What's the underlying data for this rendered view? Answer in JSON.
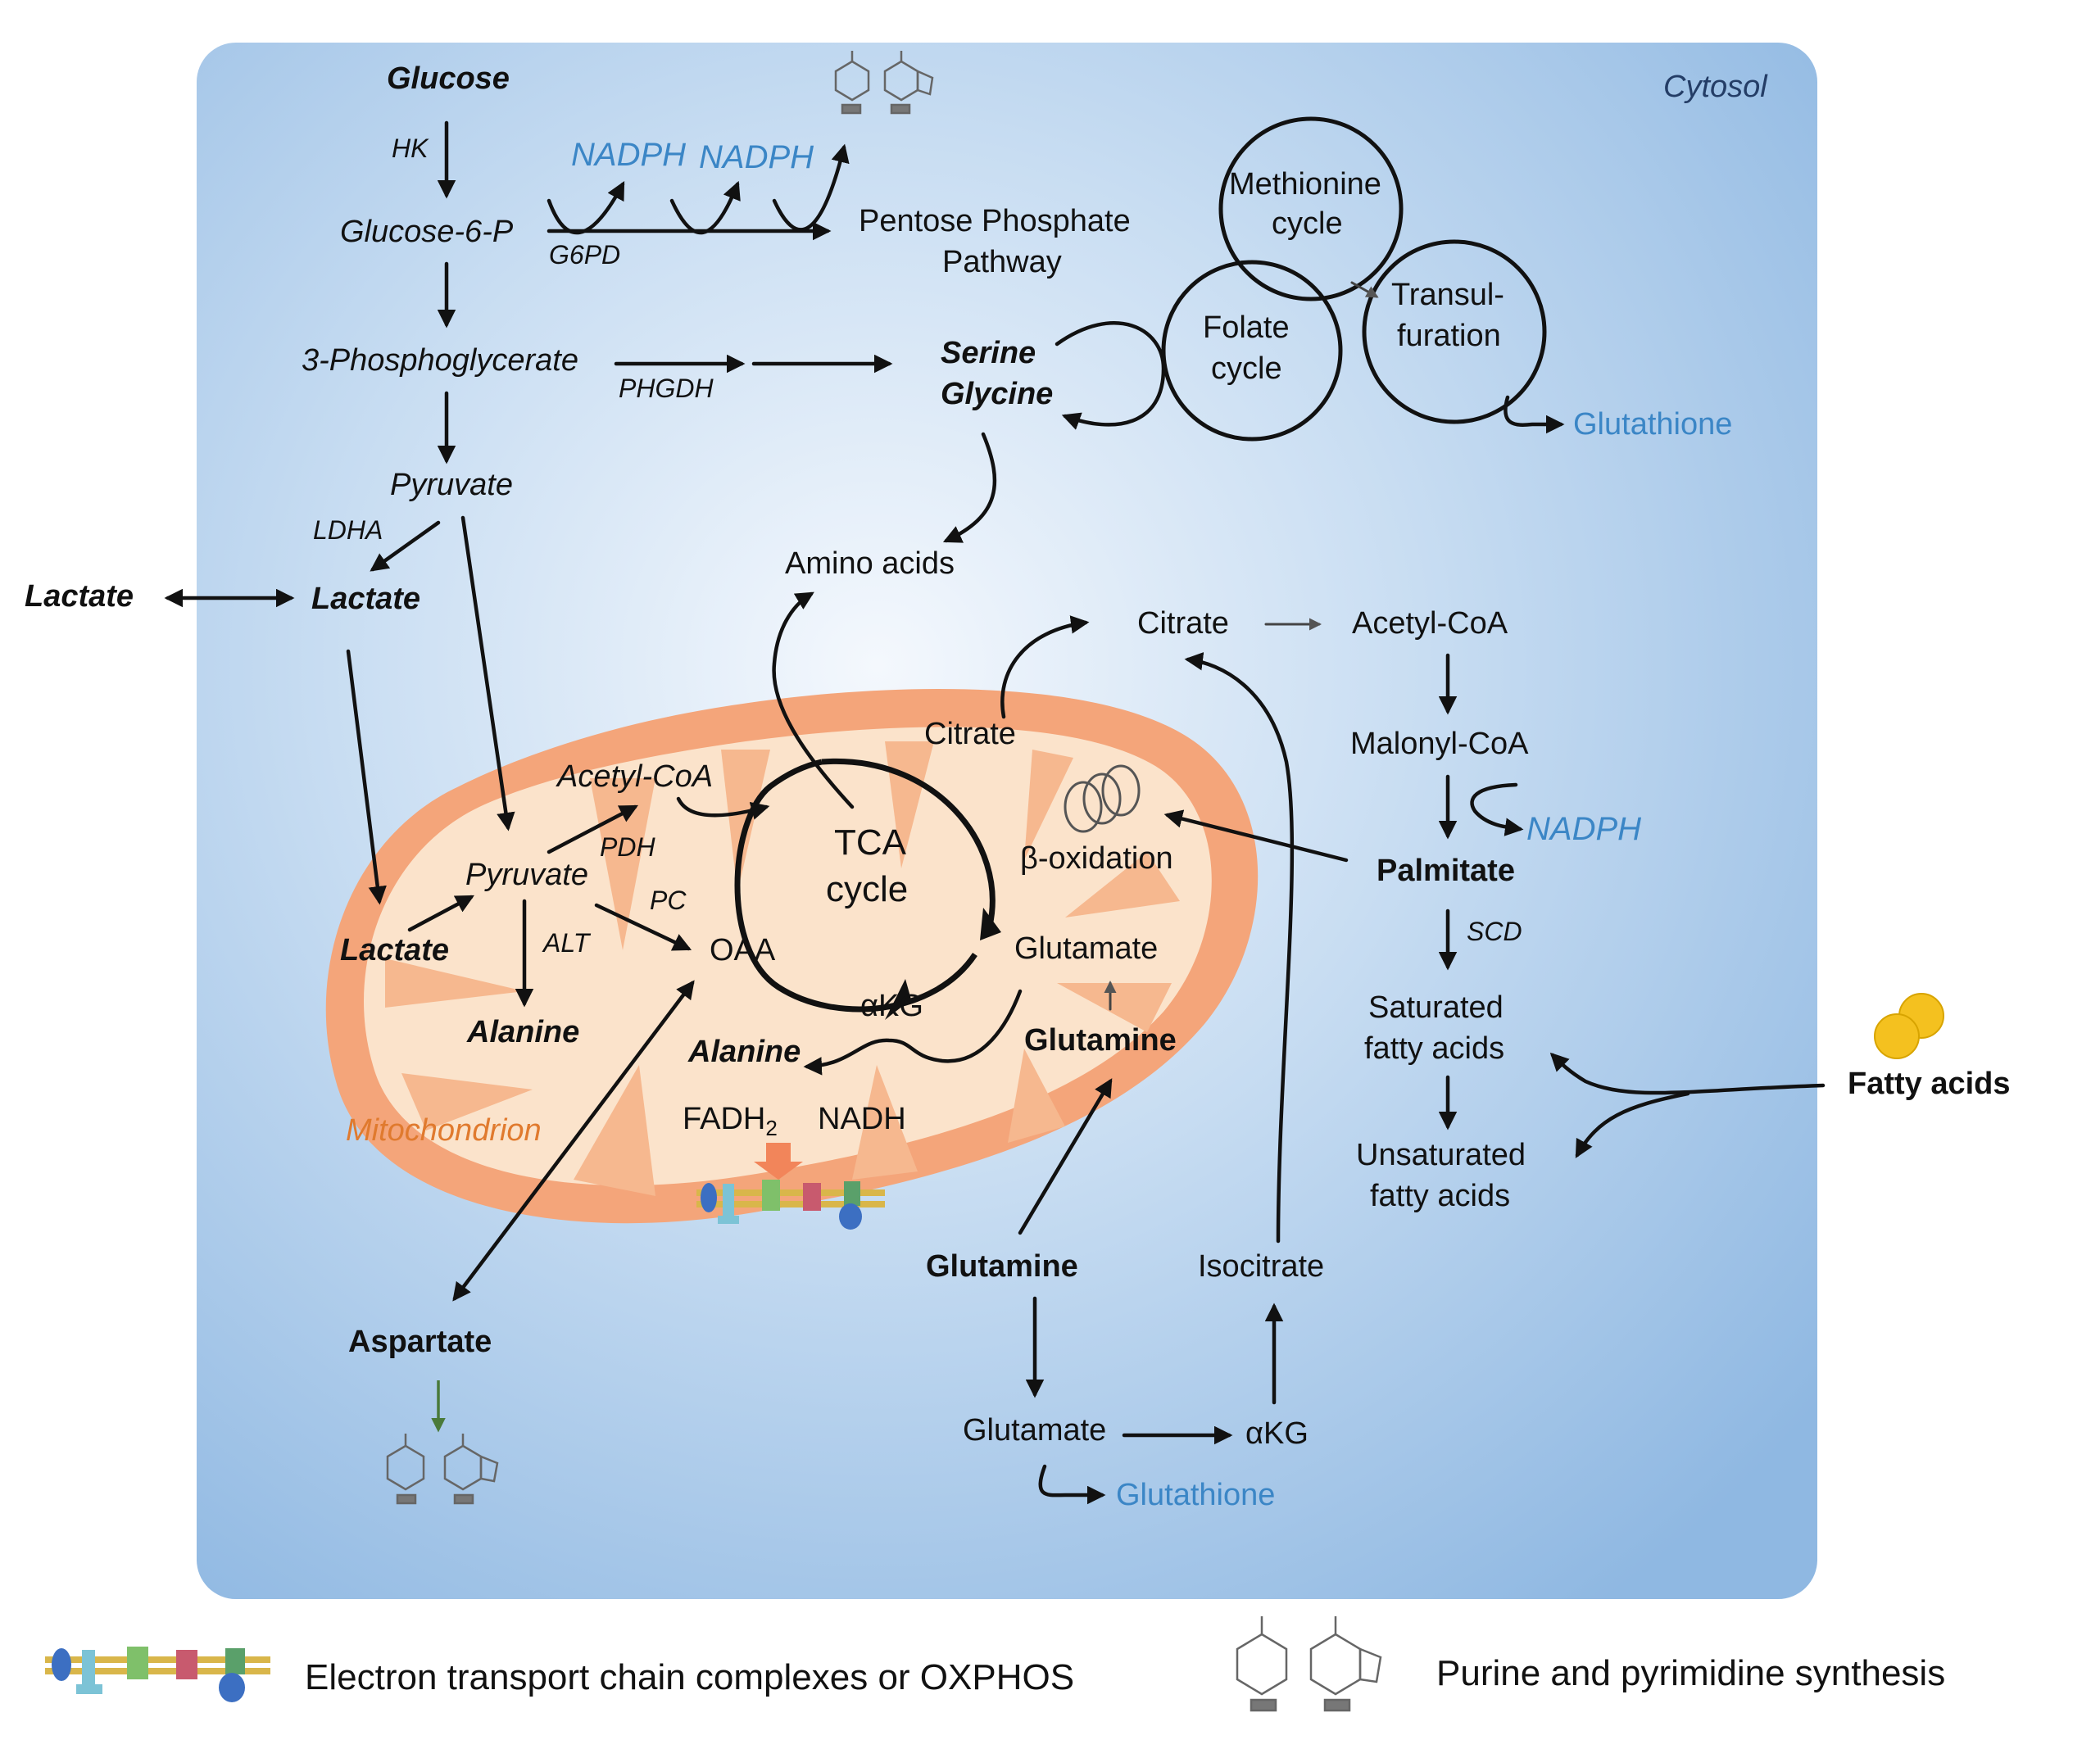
{
  "compartments": {
    "cytosol": "Cytosol",
    "mitochondrion": "Mitochondrion"
  },
  "glycolysis": {
    "glucose": "Glucose",
    "hk": "HK",
    "glucose6p": "Glucose-6-P",
    "g6pd": "G6PD",
    "phosphoglycerate": "3-Phosphoglycerate",
    "phgdh": "PHGDH",
    "pyruvate": "Pyruvate",
    "ldha": "LDHA",
    "lactate_in": "Lactate",
    "lactate_out": "Lactate"
  },
  "ppp": {
    "nadph1": "NADPH",
    "nadph2": "NADPH",
    "line1": "Pentose Phosphate",
    "line2": "Pathway"
  },
  "one_carbon": {
    "serine": "Serine",
    "glycine": "Glycine",
    "methionine_1": "Methionine",
    "methionine_2": "cycle",
    "folate_1": "Folate",
    "folate_2": "cycle",
    "transsulf_1": "Transul-",
    "transsulf_2": "furation",
    "glutathione": "Glutathione"
  },
  "mito": {
    "acetylcoa": "Acetyl-CoA",
    "pyruvate": "Pyruvate",
    "pdh": "PDH",
    "pc": "PC",
    "lactate": "Lactate",
    "alt": "ALT",
    "alanine": "Alanine",
    "oaa": "OAA",
    "tca_1": "TCA",
    "tca_2": "cycle",
    "citrate": "Citrate",
    "beta_ox": "β-oxidation",
    "glutamate": "Glutamate",
    "glutamine": "Glutamine",
    "akg": "αKG",
    "alanine2": "Alanine",
    "fadh2": "FADH",
    "fadh2_sub": "2",
    "nadh": "NADH"
  },
  "cytosol_other": {
    "amino_acids": "Amino acids",
    "citrate": "Citrate",
    "acetylcoa": "Acetyl-CoA",
    "malonylcoa": "Malonyl-CoA",
    "nadph": "NADPH",
    "palmitate": "Palmitate",
    "scd": "SCD",
    "sat_1": "Saturated",
    "sat_2": "fatty acids",
    "unsat_1": "Unsaturated",
    "unsat_2": "fatty acids",
    "fatty_acids": "Fatty acids",
    "aspartate": "Aspartate",
    "glutamine": "Glutamine",
    "isocitrate": "Isocitrate",
    "glutamate": "Glutamate",
    "akg": "αKG",
    "glutathione": "Glutathione"
  },
  "legend": {
    "etc": "Electron transport chain complexes or OXPHOS",
    "purine": "Purine and pyrimidine synthesis"
  },
  "colors": {
    "cytosol_edge": "#a9c7e8",
    "cytosol_center": "#f2f7fd",
    "mito_outer": "#f4a87a",
    "mito_inner": "#fbe6d0",
    "accent_blue": "#3b86c6",
    "accent_orange": "#e07a2e"
  }
}
